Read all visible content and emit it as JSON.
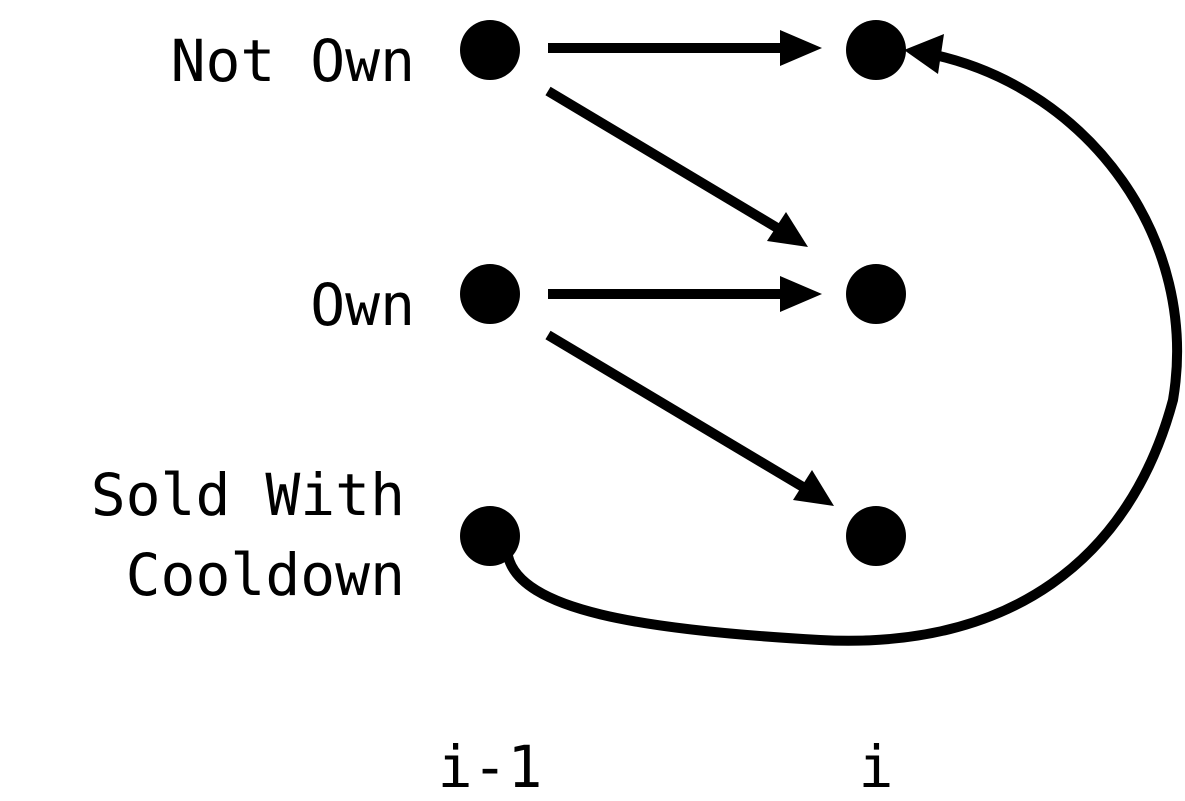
{
  "states": {
    "not_own": "Not Own",
    "own": "Own",
    "sold_line1": "Sold With",
    "sold_line2": "Cooldown"
  },
  "time_labels": {
    "prev": "i-1",
    "curr": "i"
  },
  "colors": {
    "ink": "#000000",
    "background": "#ffffff"
  }
}
